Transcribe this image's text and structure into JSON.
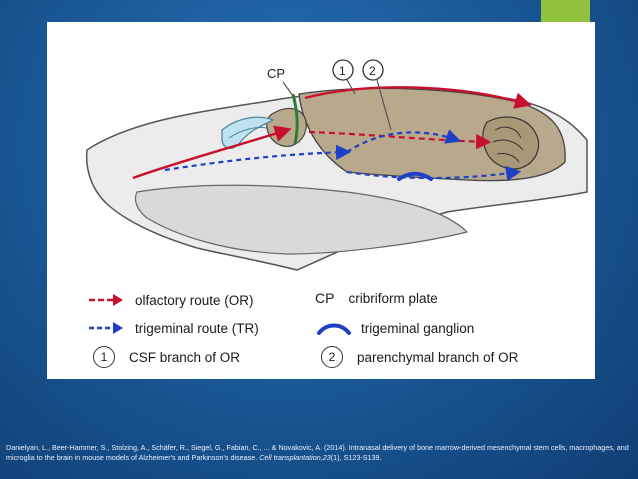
{
  "diagram": {
    "cp_label": "CP",
    "marker_1": "1",
    "marker_2": "2"
  },
  "legend": {
    "olfactory_route": "olfactory route (OR)",
    "trigeminal_route": "trigeminal route (TR)",
    "csf_branch_num": "1",
    "csf_branch": "CSF branch of OR",
    "cp_abbr": "CP",
    "cribriform_plate": "cribriform plate",
    "trigeminal_ganglion": "trigeminal ganglion",
    "parenchymal_branch_num": "2",
    "parenchymal_branch": "parenchymal branch of OR"
  },
  "colors": {
    "olfactory": "#c8102e",
    "trigeminal": "#1f3fc4",
    "brain": "#b8a98c",
    "accent": "#92c13e"
  },
  "citation": {
    "authors": "Danielyan, L., Beer-Hammer, S., Stolzing, A., Schäfer, R., Siegel, G., Fabian, C., ... & Novakovic, A. (2014). Intranasal delivery of bone marrow-derived mesenchymal stem cells, macrophages, and microglia to the brain in mouse models of Alzheimer's and Parkinson's disease. ",
    "journal": "Cell transplantation",
    "volume": "23",
    "issue_pages": "(1), S123-S139."
  }
}
